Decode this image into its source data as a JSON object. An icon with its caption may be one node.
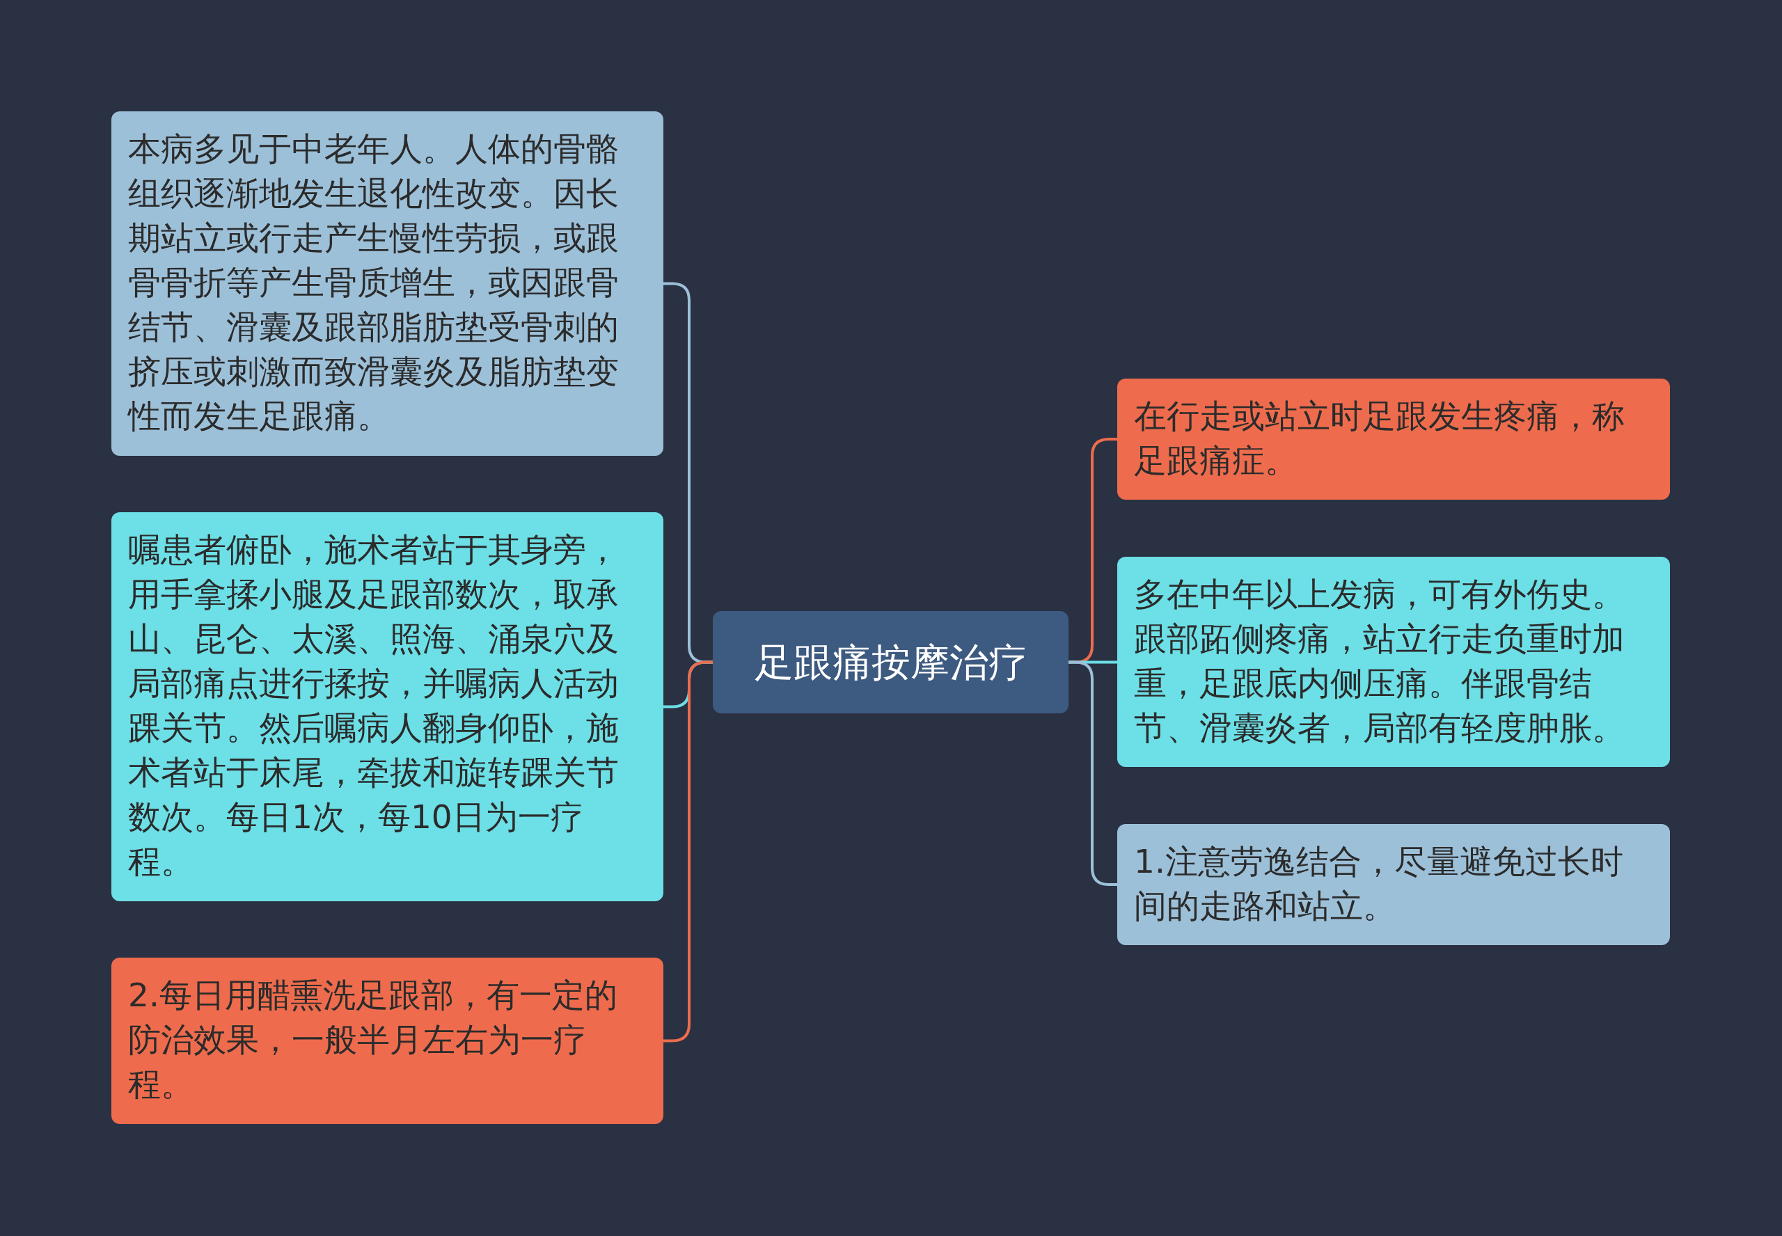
{
  "diagram": {
    "nodes": [
      {
        "text": [
          "足跟痛按摩治疗"
        ]
      },
      {
        "text": [
          "本病多见于中老年人。人体的骨骼组织逐渐地发生退化性改变。因长期站立或行走产生慢性劳损，或跟骨骨折等产生骨质增生，或因跟骨结节、滑囊及跟部脂肪垫受骨刺的挤压或刺激而致滑囊炎及脂肪垫变性而发生足跟痛。"
        ]
      },
      {
        "text": [
          "嘱患者俯卧，施术者站于其身旁，用手拿揉小腿及足跟部数次，取承山、昆仑、太溪、照海、涌泉穴及局部痛点进行揉按，并嘱病人活动踝关节。然后嘱病人翻身仰卧，施术者站于床尾，牵拔和旋转踝关节数次。每日1次，每10日为一疗程。"
        ]
      },
      {
        "text": [
          "2.每日用醋熏洗足跟部，有一定的防治效果，一般半月左右为一疗程。"
        ]
      },
      {
        "text": [
          "在行走或站立时足跟发生疼痛，称足跟痛症。"
        ]
      },
      {
        "text": [
          "多在中年以上发病，可有外伤史。跟部跖侧疼痛，站立行走负重时加重，足跟底内侧压痛。伴跟骨结节、滑囊炎者，局部有轻度肿胀。"
        ]
      },
      {
        "text": [
          "1.注意劳逸结合，尽量避免过长时间的走路和站立。"
        ]
      }
    ],
    "edges": [
      {
        "from": 0,
        "to": 1,
        "arrow": "none",
        "color": "#9dc0d9"
      },
      {
        "from": 0,
        "to": 2,
        "arrow": "none",
        "color": "#6ddfe6"
      },
      {
        "from": 0,
        "to": 3,
        "arrow": "none",
        "color": "#ee6c4d"
      },
      {
        "from": 0,
        "to": 4,
        "arrow": "none",
        "color": "#ee6c4d"
      },
      {
        "from": 0,
        "to": 5,
        "arrow": "none",
        "color": "#6ddfe6"
      },
      {
        "from": 0,
        "to": 6,
        "arrow": "none",
        "color": "#9dc0d9"
      }
    ]
  }
}
